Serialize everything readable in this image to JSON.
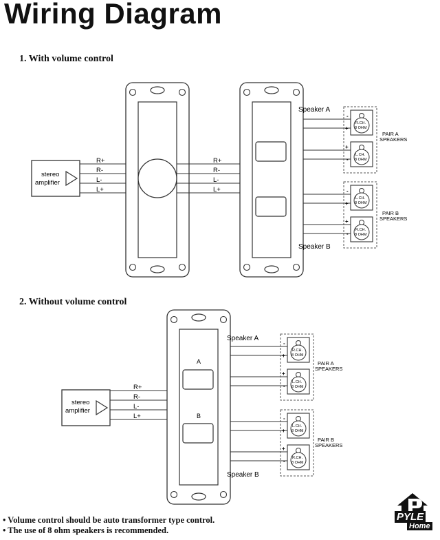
{
  "title": "Wiring Diagram",
  "section1": "1. With volume control",
  "section2": "2. Without volume control",
  "amplifier": {
    "line1": "stereo",
    "line2": "amplifier"
  },
  "wires": [
    "R+",
    "R-",
    "L-",
    "L+"
  ],
  "speaker_a": "Speaker A",
  "speaker_b": "Speaker B",
  "pair_a": {
    "line1": "PAIR A",
    "line2": "SPEAKERS"
  },
  "pair_b": {
    "line1": "PAIR B",
    "line2": "SPEAKERS"
  },
  "channel_r": {
    "line1": "R.CH.",
    "line2": "8 OHM"
  },
  "channel_l": {
    "line1": "L.CH.",
    "line2": "8 OHM"
  },
  "plus": "+",
  "minus": "-",
  "selector_a": "A",
  "selector_b": "B",
  "notes": [
    "• Volume control should be auto transformer type control.",
    "• The use of 8 ohm speakers is recommended."
  ],
  "logo": {
    "brand": "PYLE",
    "sub": "Home"
  }
}
